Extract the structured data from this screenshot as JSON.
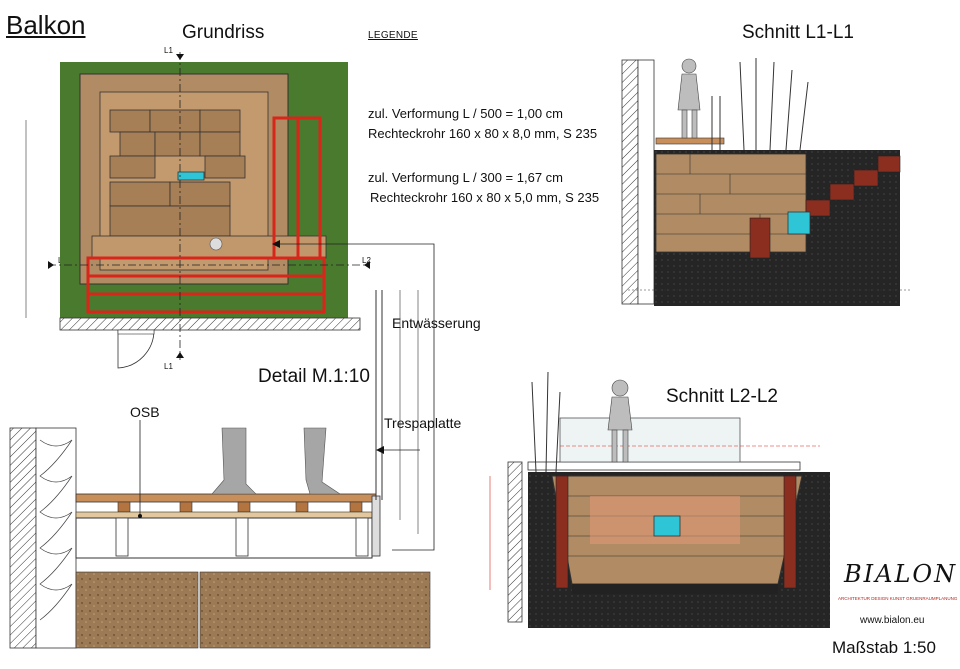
{
  "title": "Balkon",
  "legend": {
    "heading": "LEGENDE",
    "note1_line1": "zul. Verformung L / 500 = 1,00 cm",
    "note1_line2": "Rechteckrohr 160 x 80 x 8,0 mm,  S 235",
    "note2_line1": "zul. Verformung L / 300 = 1,67 cm",
    "note2_line2": "Rechteckrohr 160 x 80 x 5,0 mm,  S 235"
  },
  "plan": {
    "heading": "Grundriss",
    "cut_l1_top": "L1",
    "cut_l1_bottom": "L1",
    "cut_l2_left": "L2",
    "cut_l2_right": "L2"
  },
  "detail": {
    "heading": "Detail M.1:10",
    "label_osb": "OSB",
    "label_drainage": "Entwässerung",
    "label_trespa": "Trespaplatte"
  },
  "section_l1": {
    "heading": "Schnitt L1-L1"
  },
  "section_l2": {
    "heading": "Schnitt L2-L2"
  },
  "logo": {
    "name": "BIALON",
    "tagline": "Architektur Design Kunst Gruenraumplanung",
    "url": "www.bialon.eu"
  },
  "scale": "Maßstab 1:50",
  "colors": {
    "grass": "#4a7a2e",
    "paving": "#b08b63",
    "steel": "#d8261b",
    "water": "#2ec6d6",
    "soil": "#2a2a2a",
    "timber": "#c98f5a"
  }
}
